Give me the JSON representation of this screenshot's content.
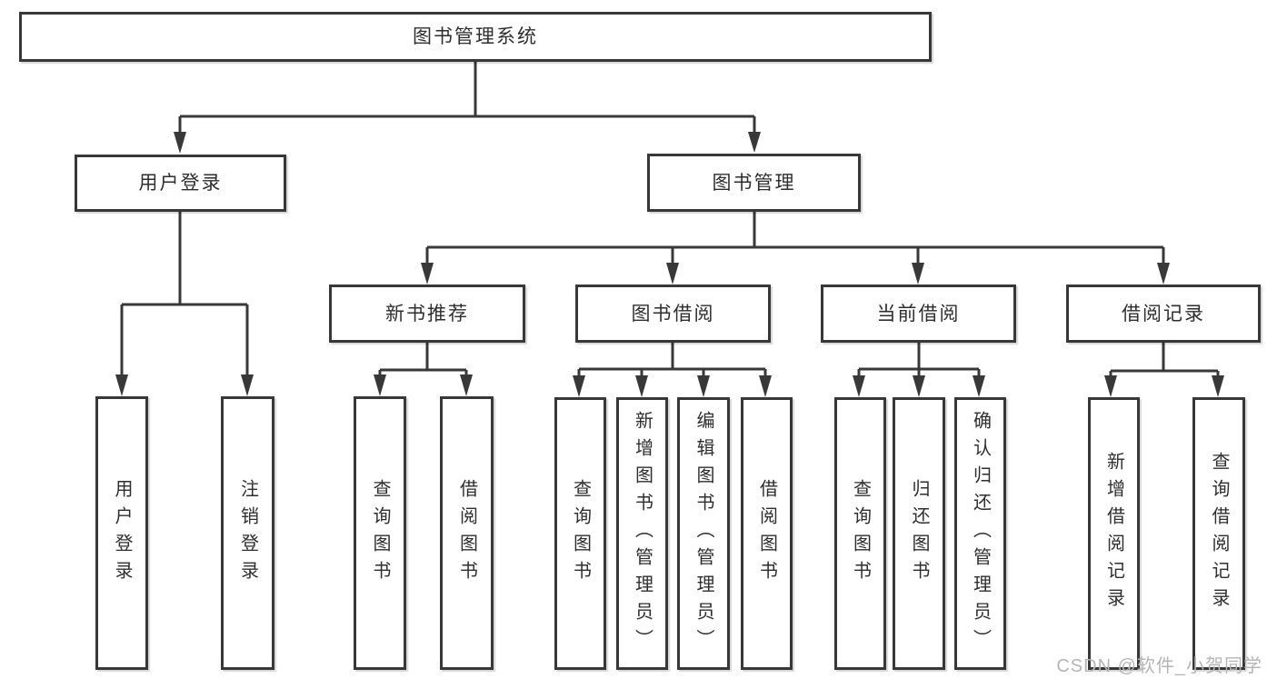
{
  "diagram_title": "图书管理系统",
  "tree": {
    "label": "图书管理系统",
    "children": [
      {
        "label": "用户登录",
        "children": [
          {
            "label": "用户登录"
          },
          {
            "label": "注销登录"
          }
        ]
      },
      {
        "label": "图书管理",
        "children": [
          {
            "label": "新书推荐",
            "children": [
              {
                "label": "查询图书"
              },
              {
                "label": "借阅图书"
              }
            ]
          },
          {
            "label": "图书借阅",
            "children": [
              {
                "label": "查询图书"
              },
              {
                "label": "新增图书（管理员）"
              },
              {
                "label": "编辑图书（管理员）"
              },
              {
                "label": "借阅图书"
              }
            ]
          },
          {
            "label": "当前借阅",
            "children": [
              {
                "label": "查询图书"
              },
              {
                "label": "归还图书"
              },
              {
                "label": "确认归还（管理员）"
              }
            ]
          },
          {
            "label": "借阅记录",
            "children": [
              {
                "label": "新增借阅记录"
              },
              {
                "label": "查询借阅记录"
              }
            ]
          }
        ]
      }
    ]
  },
  "watermark": {
    "text": "CSDN @软件_小贺同学"
  },
  "colors": {
    "line": "#383838",
    "box_border": "#383838",
    "text": "#2e2e2e",
    "box_background": "#ffffff",
    "page_background": "#ffffff",
    "watermark": "#b5b5b5"
  }
}
